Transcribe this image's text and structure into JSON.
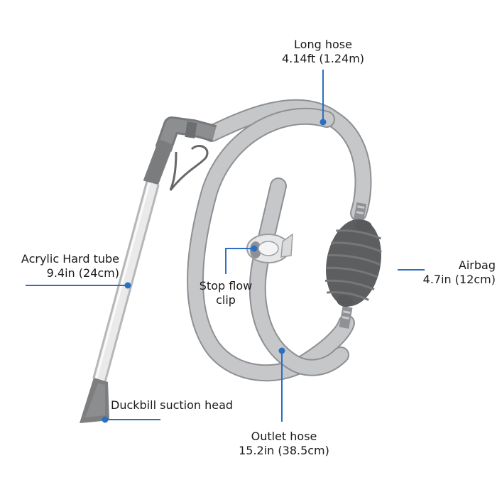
{
  "colors": {
    "background": "#ffffff",
    "hose": "#bfc0c2",
    "hose_edge": "#8e9093",
    "fitting": "#7f8082",
    "bulb": "#5d5e60",
    "callout": "#2b6fc2",
    "text": "#1a1a1a"
  },
  "labels": {
    "long_hose": {
      "name": "Long hose",
      "size": "4.14ft (1.24m)"
    },
    "acrylic_tube": {
      "name": "Acrylic Hard tube",
      "size": "9.4in (24cm)"
    },
    "stop_flow_clip": {
      "line1": "Stop flow",
      "line2": "clip"
    },
    "airbag": {
      "name": "Airbag",
      "size": "4.7in (12cm)"
    },
    "duckbill": {
      "name": "Duckbill suction head"
    },
    "outlet_hose": {
      "name": "Outlet hose",
      "size": "15.2in (38.5cm)"
    }
  }
}
